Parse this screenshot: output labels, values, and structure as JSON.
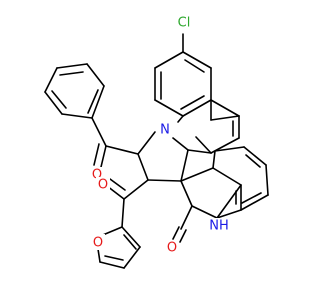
{
  "molecule": {
    "atom_labels": {
      "chlorine": "Cl",
      "ring_nitrogen": "N",
      "ketone_oxygen_1": "O",
      "ketone_oxygen_2": "O",
      "furan_oxygen": "O",
      "lactam_oxygen": "O",
      "lactam_nh": "NH"
    },
    "colors": {
      "bond": "#000000",
      "chlorine": "#2ea82e",
      "nitrogen": "#1a1ae6",
      "oxygen": "#e61a1a",
      "background": "#ffffff"
    }
  }
}
